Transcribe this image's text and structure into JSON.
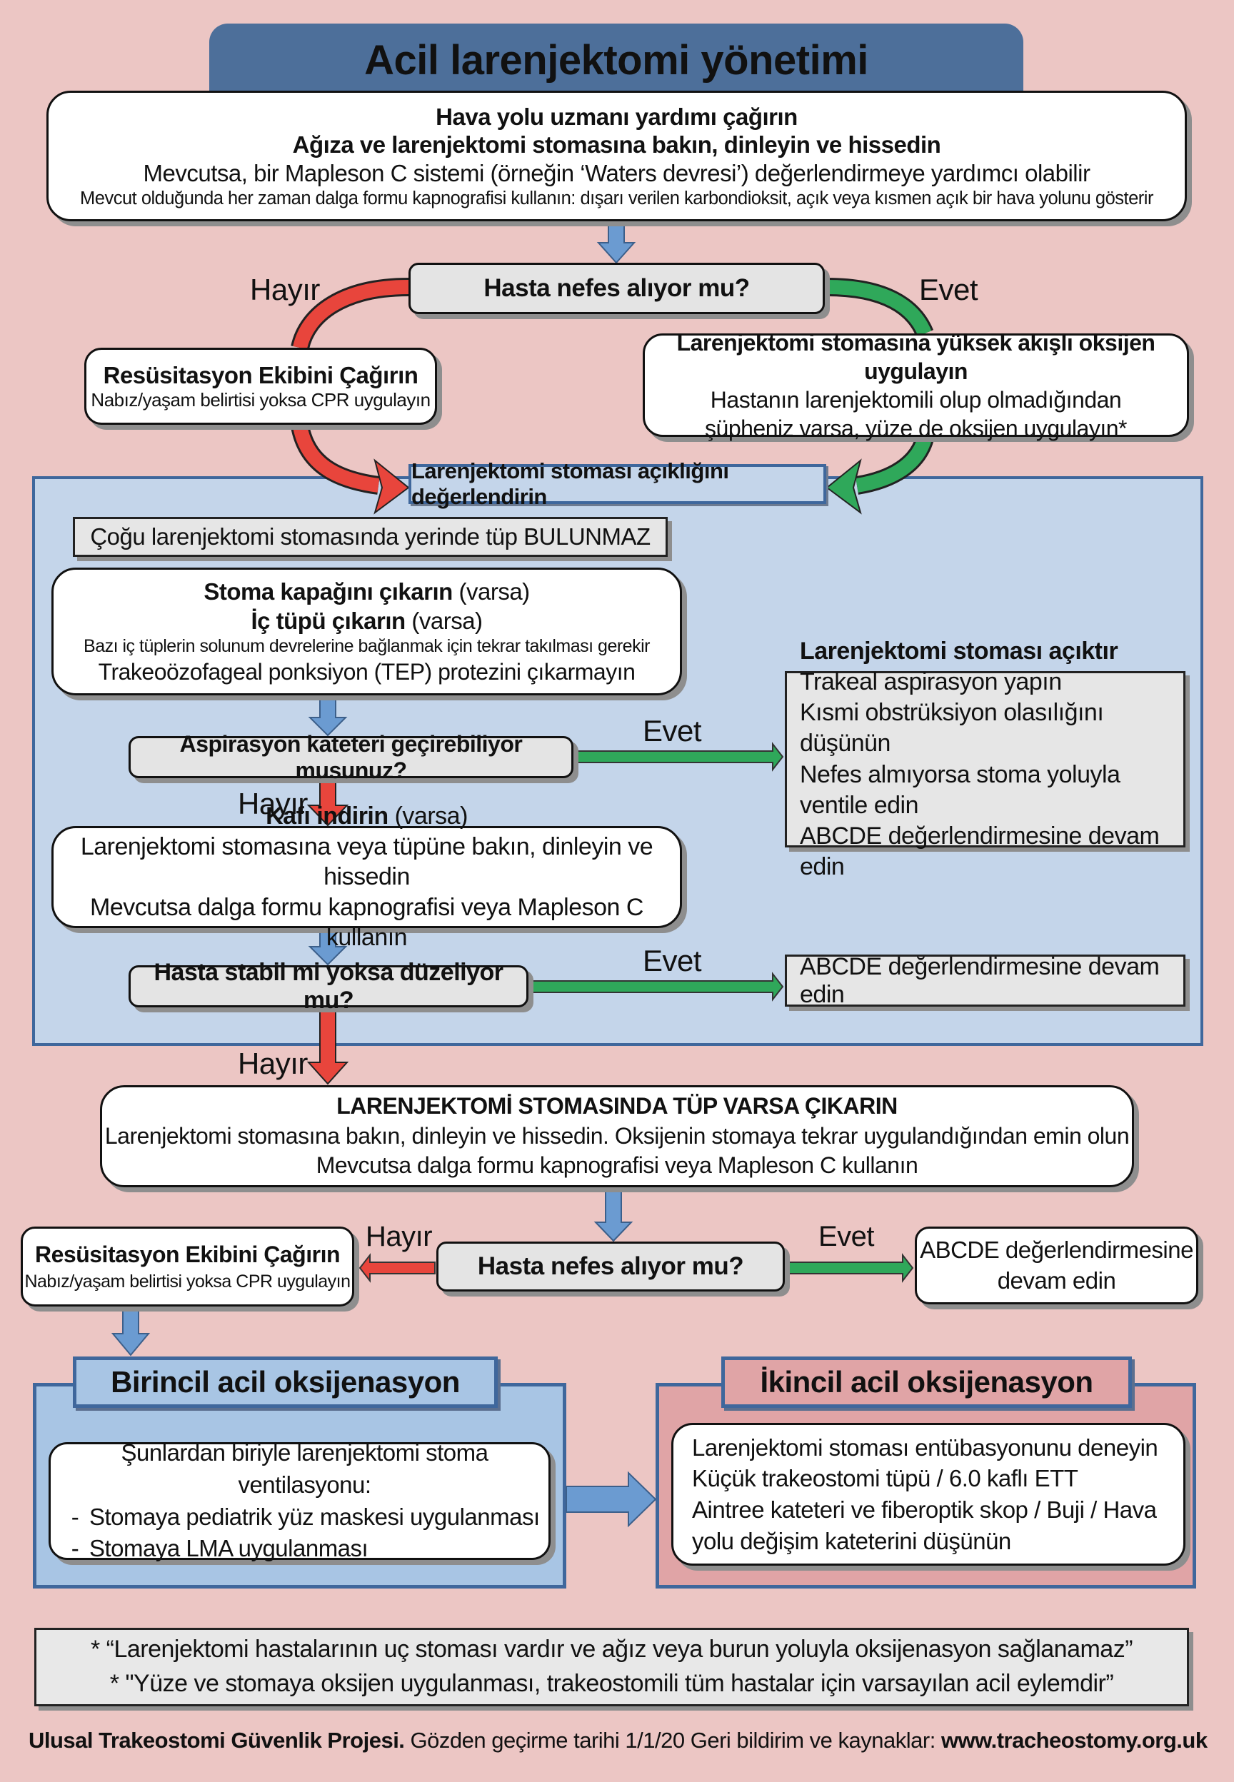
{
  "title": "Acil larenjektomi yönetimi",
  "colors": {
    "background": "#ecc6c4",
    "header": "#4d6f9a",
    "panel_blue": "#c4d5ea",
    "panel_border": "#3f679c",
    "arrow_blue": "#6b9bd1",
    "arrow_red": "#e8453c",
    "arrow_green": "#2fa85a",
    "primary_panel": "#a8c5e4",
    "secondary_panel": "#e0a4a6"
  },
  "top_box": {
    "line1": "Hava yolu uzmanı yardımı çağırın",
    "line2": "Ağıza ve larenjektomi stomasına bakın, dinleyin ve hissedin",
    "line3": "Mevcutsa, bir Mapleson C sistemi (örneğin ‘Waters devresi’) değerlendirmeye yardımcı olabilir",
    "line4": "Mevcut olduğunda her zaman dalga formu kapnografisi kullanın: dışarı verilen karbondioksit, açık veya kısmen açık bir hava yolunu gösterir"
  },
  "decision1": {
    "question": "Hasta nefes alıyor mu?",
    "no_label": "Hayır",
    "yes_label": "Evet"
  },
  "resus1": {
    "title": "Resüsitasyon Ekibini Çağırın",
    "subtitle": "Nabız/yaşam belirtisi yoksa CPR uygulayın"
  },
  "oxygen_box": {
    "line1": "Larenjektomi stomasına yüksek akışlı oksijen uygulayın",
    "line2": "Hastanın larenjektomili olup olmadığından",
    "line3": "şüpheniz varsa, yüze de oksijen uygulayın*"
  },
  "assess_panel": {
    "title": "Larenjektomi stoması açıklığını değerlendirin",
    "note": "Çoğu larenjektomi stomasında yerinde tüp BULUNMAZ",
    "stoma_box": {
      "line1_bold": "Stoma kapağını çıkarın",
      "line1_normal": " (varsa)",
      "line2_bold": "İç tüpü çıkarın",
      "line2_normal": " (varsa)",
      "line3": "Bazı iç tüplerin solunum devrelerine bağlanmak için tekrar takılması gerekir",
      "line4": "Trakeoözofageal ponksiyon (TEP) protezini çıkarmayın"
    },
    "decision_aspiration": {
      "question": "Aspirasyon kateteri geçirebiliyor musunuz?",
      "yes_label": "Evet",
      "no_label": "Hayır"
    },
    "patent_box": {
      "title": "Larenjektomi stoması açıktır",
      "items": [
        "Trakeal aspirasyon yapın",
        "Kısmi obstrüksiyon olasılığını düşünün",
        "Nefes almıyorsa stoma yoluyla ventile edin",
        "ABCDE değerlendirmesine devam edin"
      ]
    },
    "cuff_box": {
      "line1_bold": "Kafı indirin",
      "line1_normal": " (varsa)",
      "line2": "Larenjektomi stomasına veya tüpüne bakın, dinleyin ve hissedin",
      "line3": "Mevcutsa dalga formu kapnografisi veya Mapleson C kullanın"
    },
    "decision_stable": {
      "question": "Hasta stabil mi yoksa düzeliyor mu?",
      "yes_label": "Evet",
      "no_label": "Hayır"
    },
    "abcde_box": "ABCDE değerlendirmesine devam edin"
  },
  "remove_tube_box": {
    "title": "LARENJEKTOMİ STOMASINDA TÜP VARSA ÇIKARIN",
    "line2": "Larenjektomi stomasına bakın, dinleyin ve hissedin. Oksijenin stomaya tekrar uygulandığından emin olun",
    "line3": "Mevcutsa dalga formu kapnografisi veya Mapleson C kullanın"
  },
  "decision2": {
    "question": "Hasta nefes alıyor mu?",
    "no_label": "Hayır",
    "yes_label": "Evet"
  },
  "resus2": {
    "title": "Resüsitasyon Ekibini Çağırın",
    "subtitle": "Nabız/yaşam belirtisi yoksa CPR uygulayın"
  },
  "abcde2": {
    "line1": "ABCDE değerlendirmesine",
    "line2": "devam edin"
  },
  "primary": {
    "title": "Birincil acil oksijenasyon",
    "intro": "Şunlardan biriyle larenjektomi stoma ventilasyonu:",
    "items": [
      "Stomaya pediatrik yüz maskesi uygulanması",
      "Stomaya LMA uygulanması"
    ]
  },
  "secondary": {
    "title": "İkincil acil oksijenasyon",
    "items": [
      "Larenjektomi stoması entübasyonunu deneyin",
      "Küçük trakeostomi tüpü / 6.0 kaflı ETT",
      "Aintree kateteri ve fiberoptik skop / Buji / Hava",
      "yolu değişim kateterini düşünün"
    ]
  },
  "footnotes": [
    "* “Larenjektomi hastalarının uç stoması vardır ve ağız veya burun yoluyla oksijenasyon sağlanamaz”",
    "* \"Yüze ve stomaya oksijen uygulanması, trakeostomili tüm hastalar için varsayılan acil eylemdir”"
  ],
  "footer": {
    "org": "Ulusal Trakeostomi Güvenlik Projesi.",
    "review": " Gözden geçirme tarihi 1/1/20 Geri bildirim ve kaynaklar: ",
    "url": "www.tracheostomy.org.uk"
  }
}
